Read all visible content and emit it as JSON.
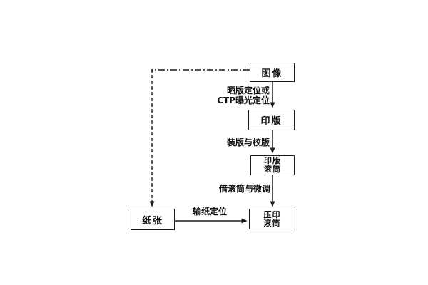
{
  "nodes": {
    "image": {
      "label": "图像"
    },
    "plate": {
      "label": "印版"
    },
    "plate_cylinder": {
      "line1": "印版",
      "line2": "滚筒"
    },
    "impression_cylinder": {
      "line1": "压印",
      "line2": "滚筒"
    },
    "paper": {
      "label": "纸张"
    }
  },
  "edges": {
    "image_to_plate": {
      "label_line1": "晒版定位或",
      "label_line2": "CTP曝光定位"
    },
    "plate_to_cylinder": {
      "label": "装版与校版"
    },
    "cylinder_to_impression": {
      "label": "借滚筒与微调"
    },
    "paper_to_impression": {
      "label": "输纸定位"
    }
  },
  "colors": {
    "background": "#ffffff",
    "line": "#1c1c1c",
    "text": "#111111"
  }
}
